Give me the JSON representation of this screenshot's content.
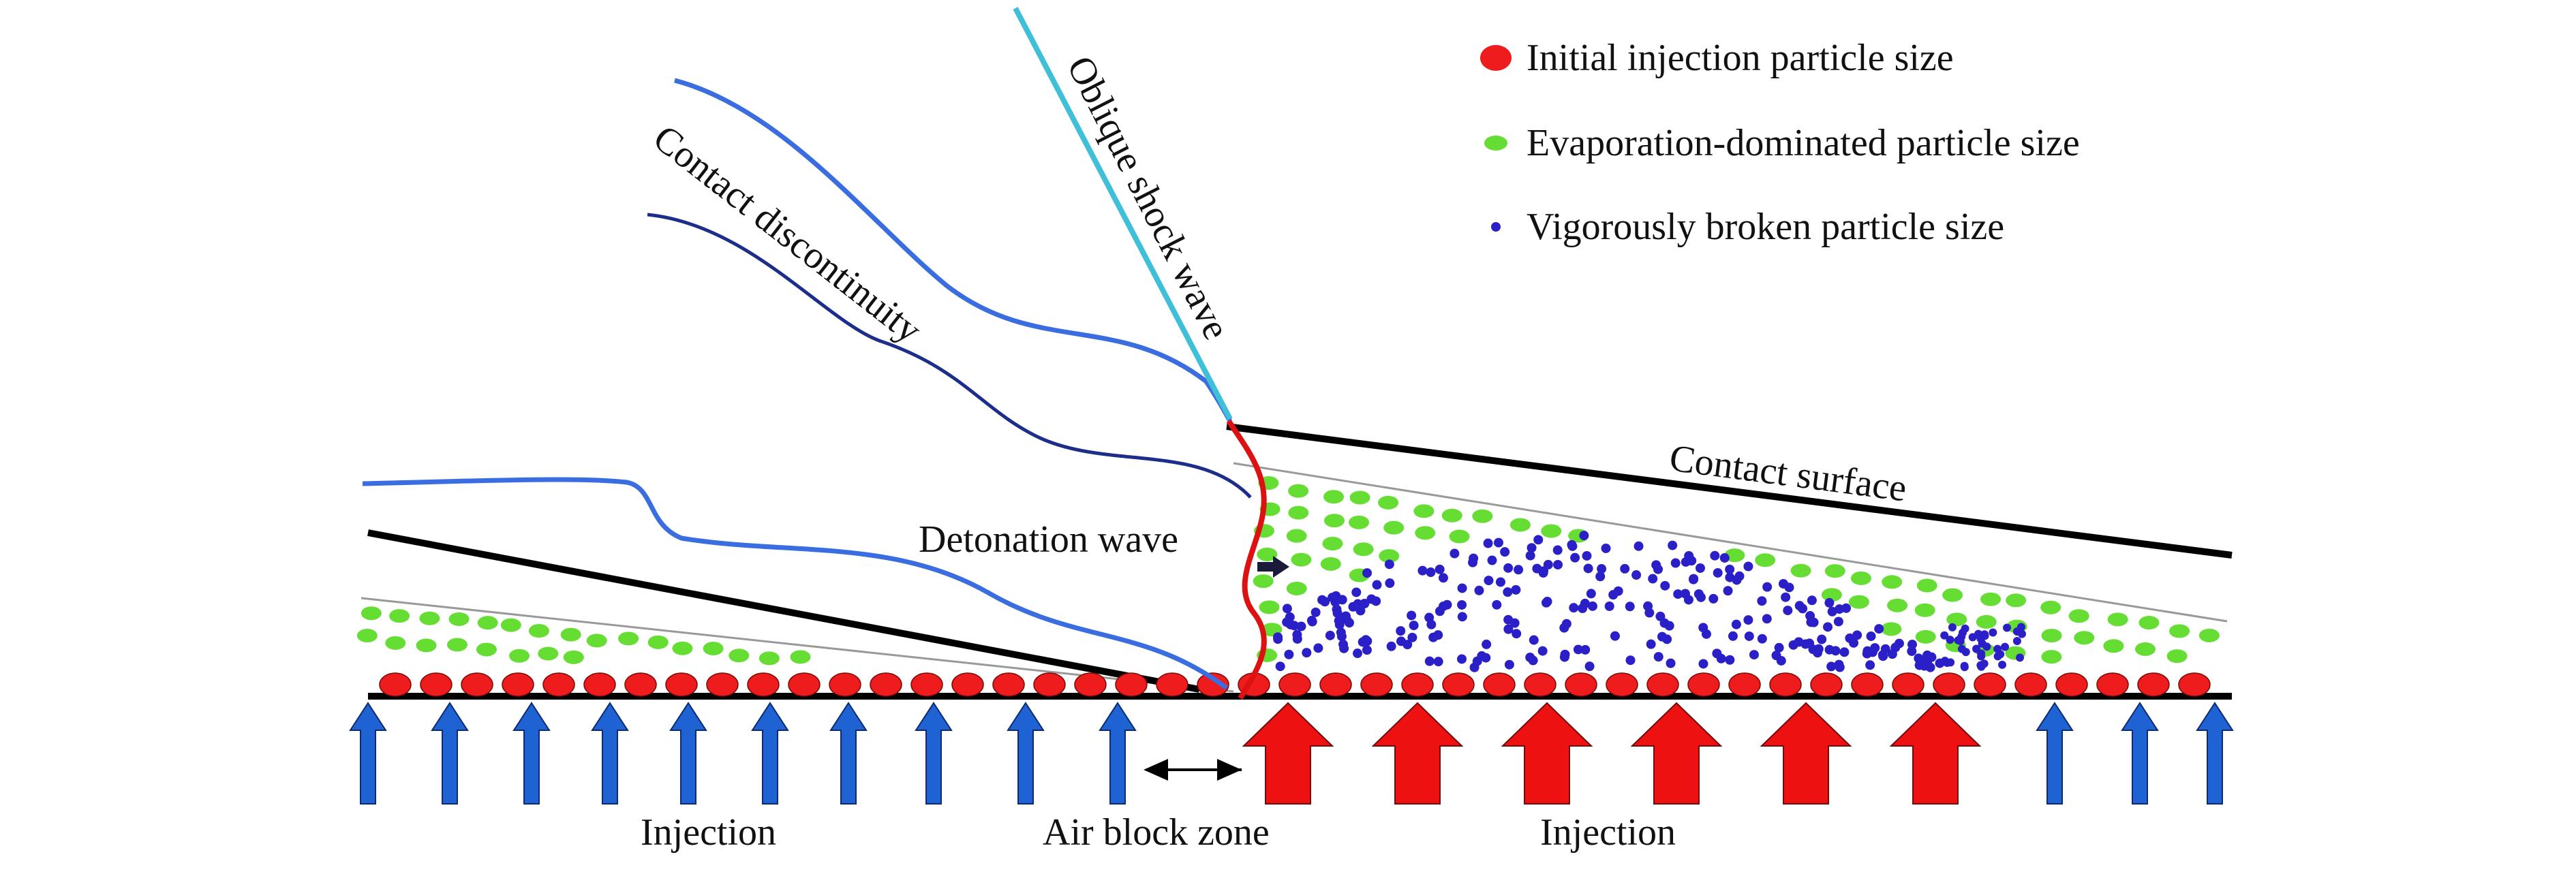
{
  "labels": {
    "oblique_shock_wave": "Oblique shock wave",
    "contact_discontinuity": "Contact discontinuity",
    "contact_surface": "Contact surface",
    "detonation_wave": "Detonation wave",
    "injection_left": "Injection",
    "injection_right": "Injection",
    "air_block_zone": "Air block zone"
  },
  "legend": [
    {
      "label": "Initial injection particle size",
      "marker": "large-red-ellipse",
      "color": "#ee1c1c"
    },
    {
      "label": "Evaporation-dominated particle size",
      "marker": "medium-green-ellipse",
      "color": "#66dd33"
    },
    {
      "label": "Vigorously broken particle size",
      "marker": "small-blue-dot",
      "color": "#2b20c8"
    }
  ],
  "colors": {
    "injection_arrow": "#1f62d4",
    "detonation_injection_arrow": "#ee1111",
    "oblique_shock": "#3fc0d8",
    "contact_discontinuity": "#3a6de0",
    "contact_discontinuity_dark": "#1c2d8a",
    "detonation_wave": "#dd1111",
    "wall": "#000000"
  }
}
